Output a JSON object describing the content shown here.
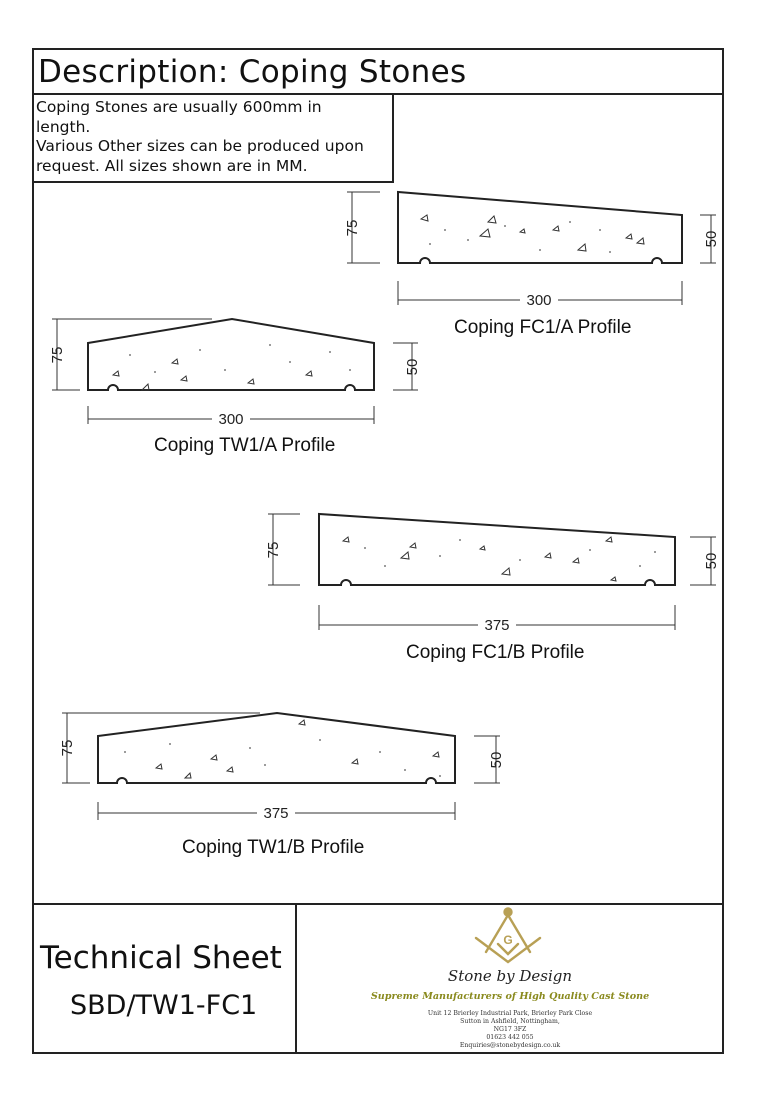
{
  "sheet": {
    "description_title": "Description: Coping Stones",
    "note_lines": [
      "Coping Stones are usually 600mm in",
      "length.",
      "Various Other sizes can be produced upon",
      "request.  All sizes shown are in MM."
    ]
  },
  "profiles": {
    "fc1a": {
      "caption": "Coping FC1/A Profile",
      "height_left": "75",
      "height_right": "50",
      "width": "300"
    },
    "tw1a": {
      "caption": "Coping TW1/A Profile",
      "height_left": "75",
      "height_right": "50",
      "width": "300"
    },
    "fc1b": {
      "caption": "Coping FC1/B Profile",
      "height_left": "75",
      "height_right": "50",
      "width": "375"
    },
    "tw1b": {
      "caption": "Coping TW1/B Profile",
      "height_left": "75",
      "height_right": "50",
      "width": "375"
    }
  },
  "footer": {
    "sheet_title": "Technical Sheet",
    "sheet_code": "SBD/TW1-FC1",
    "brand_name": "Stone by Design",
    "tagline": "Supreme Manufacturers of High Quality Cast Stone",
    "address_lines": [
      "Unit 12 Brierley Industrial Park, Brierley Park Close",
      "Sutton in Ashfield, Nottingham,",
      "NG17 3FZ",
      "01623 442 055",
      "Enquiries@stonebydesign.co.uk"
    ]
  },
  "colors": {
    "line": "#222222",
    "logo_gold": "#b8a055",
    "tagline": "#8a8a1e"
  }
}
